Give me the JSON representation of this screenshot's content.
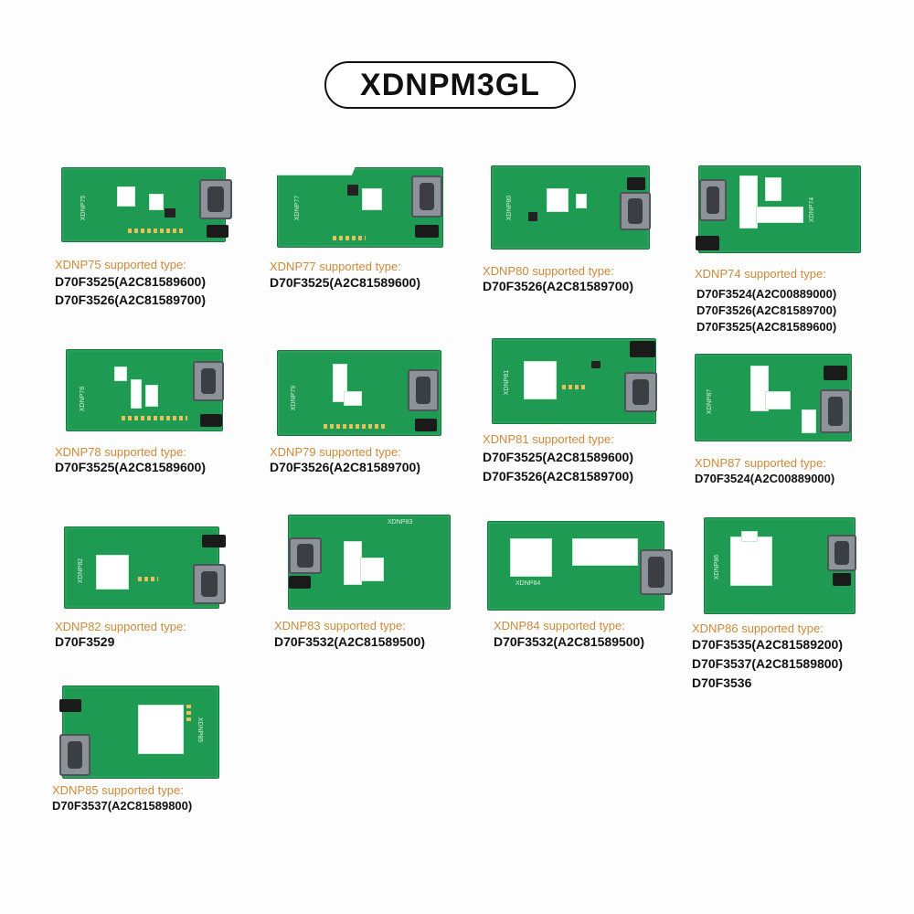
{
  "title": "XDNPM3GL",
  "boards": [
    {
      "id": "XDNP75",
      "supported": "XDNP75 supported type:",
      "parts": [
        "D70F3525(A2C81589600)",
        "D70F3526(A2C81589700)"
      ]
    },
    {
      "id": "XDNP77",
      "supported": "XDNP77 supported type:",
      "parts": [
        "D70F3525(A2C81589600)"
      ]
    },
    {
      "id": "XDNP80",
      "supported": "XDNP80 supported type:",
      "parts": [
        "D70F3526(A2C81589700)"
      ]
    },
    {
      "id": "XDNP74",
      "supported": "XDNP74 supported type:",
      "parts": [
        "D70F3524(A2C00889000)",
        "D70F3526(A2C81589700)",
        "D70F3525(A2C81589600)"
      ]
    },
    {
      "id": "XDNP78",
      "supported": "XDNP78 supported type:",
      "parts": [
        "D70F3525(A2C81589600)"
      ]
    },
    {
      "id": "XDNP79",
      "supported": "XDNP79 supported type:",
      "parts": [
        "D70F3526(A2C81589700)"
      ]
    },
    {
      "id": "XDNP81",
      "supported": "XDNP81 supported type:",
      "parts": [
        "D70F3525(A2C81589600)",
        "D70F3526(A2C81589700)"
      ]
    },
    {
      "id": "XDNP87",
      "supported": "XDNP87 supported type:",
      "parts": [
        "D70F3524(A2C00889000)"
      ]
    },
    {
      "id": "XDNP82",
      "supported": "XDNP82 supported type:",
      "parts": [
        "D70F3529"
      ]
    },
    {
      "id": "XDNP83",
      "supported": "XDNP83 supported type:",
      "parts": [
        "D70F3532(A2C81589500)"
      ]
    },
    {
      "id": "XDNP84",
      "supported": "XDNP84 supported type:",
      "parts": [
        "D70F3532(A2C81589500)"
      ]
    },
    {
      "id": "XDNP86",
      "supported": "XDNP86 supported type:",
      "parts": [
        "D70F3535(A2C81589200)",
        "D70F3537(A2C81589800)",
        "D70F3536"
      ]
    },
    {
      "id": "XDNP85",
      "supported": "XDNP85 supported type:",
      "parts": [
        "D70F3537(A2C81589800)"
      ]
    }
  ]
}
